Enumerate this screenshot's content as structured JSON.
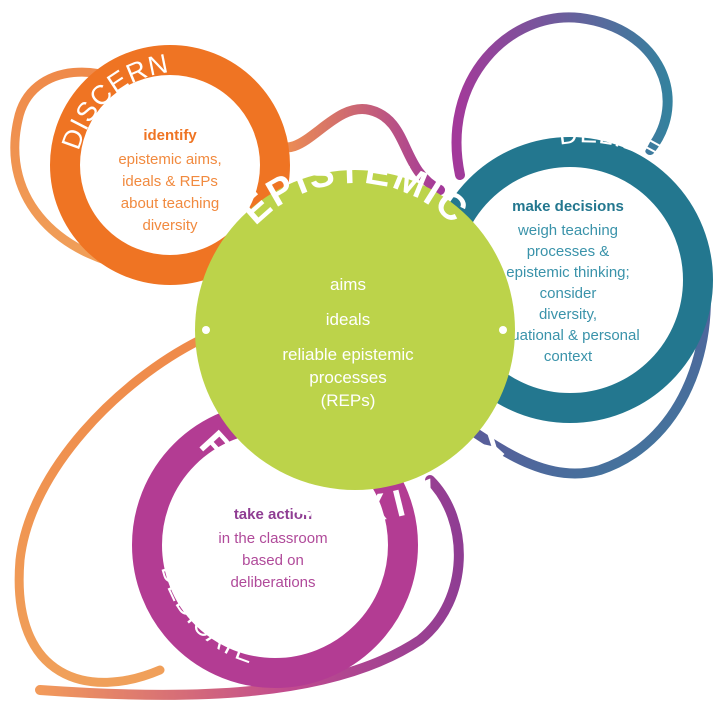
{
  "colors": {
    "discern": "#ef7423",
    "discern_text": "#f18a3f",
    "deliberate": "#23778f",
    "deliberate_text": "#3a93aa",
    "dedicate": "#b33c93",
    "dedicate_text": "#b04a9a",
    "center": "#bcd34a",
    "loop_orange": "#f4954c",
    "loop_purple": "#8f3d93",
    "loop_teal": "#3f7f9c"
  },
  "center": {
    "arc_top": "EPISTEMIC",
    "arc_bottom": "REFLEXIVITY",
    "lines": [
      "aims",
      "ideals",
      "reliable epistemic",
      "processes",
      "(REPs)"
    ]
  },
  "discern": {
    "label": "DISCERN",
    "title": "identify",
    "lines": [
      "epistemic aims,",
      "ideals & REPs",
      "about teaching",
      "diversity"
    ]
  },
  "deliberate": {
    "label": "DELIBERATE",
    "title": "make decisions",
    "lines": [
      "weigh teaching",
      "processes &",
      "epistemic thinking;",
      "consider",
      "diversity,",
      "situational & personal",
      "context"
    ]
  },
  "dedicate": {
    "label": "DEDICATE",
    "title": "take action",
    "lines": [
      "in the classroom",
      "based on",
      "deliberations"
    ]
  }
}
